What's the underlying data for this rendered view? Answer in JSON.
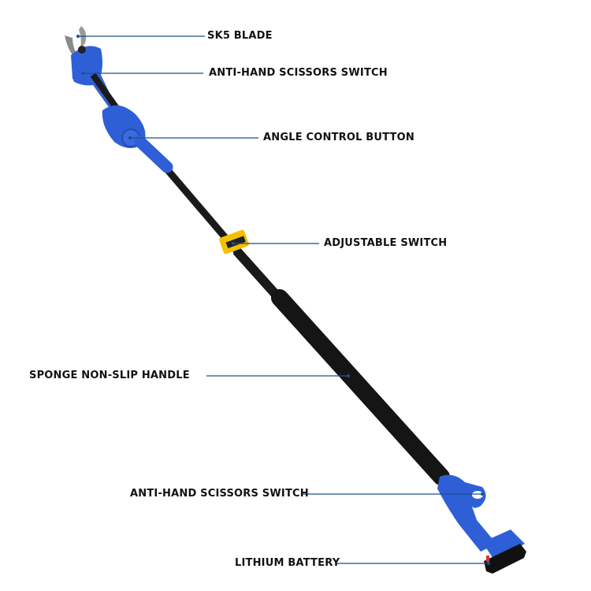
{
  "colors": {
    "tool_blue": "#2f5fd6",
    "leader_line": "#1b4f8c",
    "pole": "#1a1a1a",
    "adjuster": "#f2c200"
  },
  "labels": {
    "blade": "SK5 BLADE",
    "top_switch": "ANTI-HAND SCISSORS SWITCH",
    "angle_button": "ANGLE CONTROL BUTTON",
    "adjustable_switch": "ADJUSTABLE SWITCH",
    "sponge_handle": "SPONGE NON-SLIP HANDLE",
    "bottom_switch": "ANTI-HAND SCISSORS SWITCH",
    "battery": "LITHIUM BATTERY"
  }
}
